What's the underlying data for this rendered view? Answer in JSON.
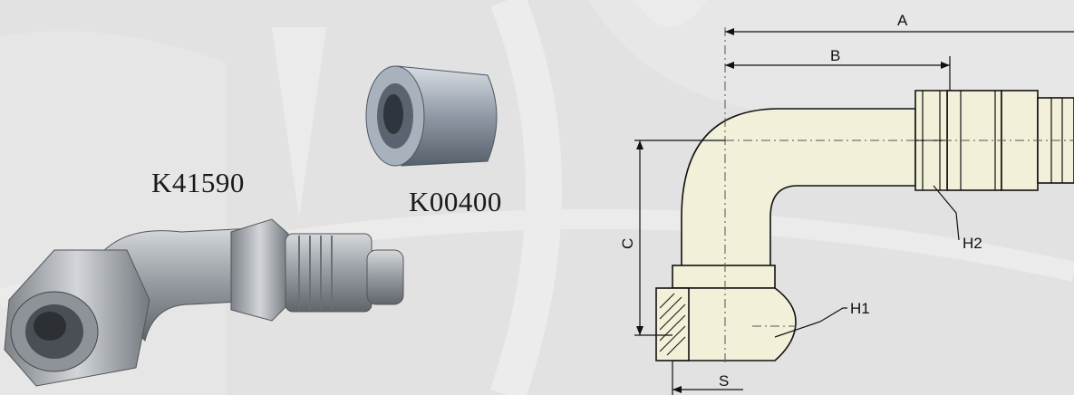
{
  "products": {
    "fitting_code": "K41590",
    "ferrule_code": "K00400"
  },
  "drawing": {
    "dim_a": "A",
    "dim_b": "B",
    "dim_c": "C",
    "dim_s": "S",
    "hex_h1": "H1",
    "hex_h2": "H2"
  },
  "colors": {
    "background": "#e3e3e3",
    "watermark": "#ececec",
    "fitting_fill": "#f2f0d8",
    "metal": "#9ea3a8",
    "line": "#111111"
  }
}
